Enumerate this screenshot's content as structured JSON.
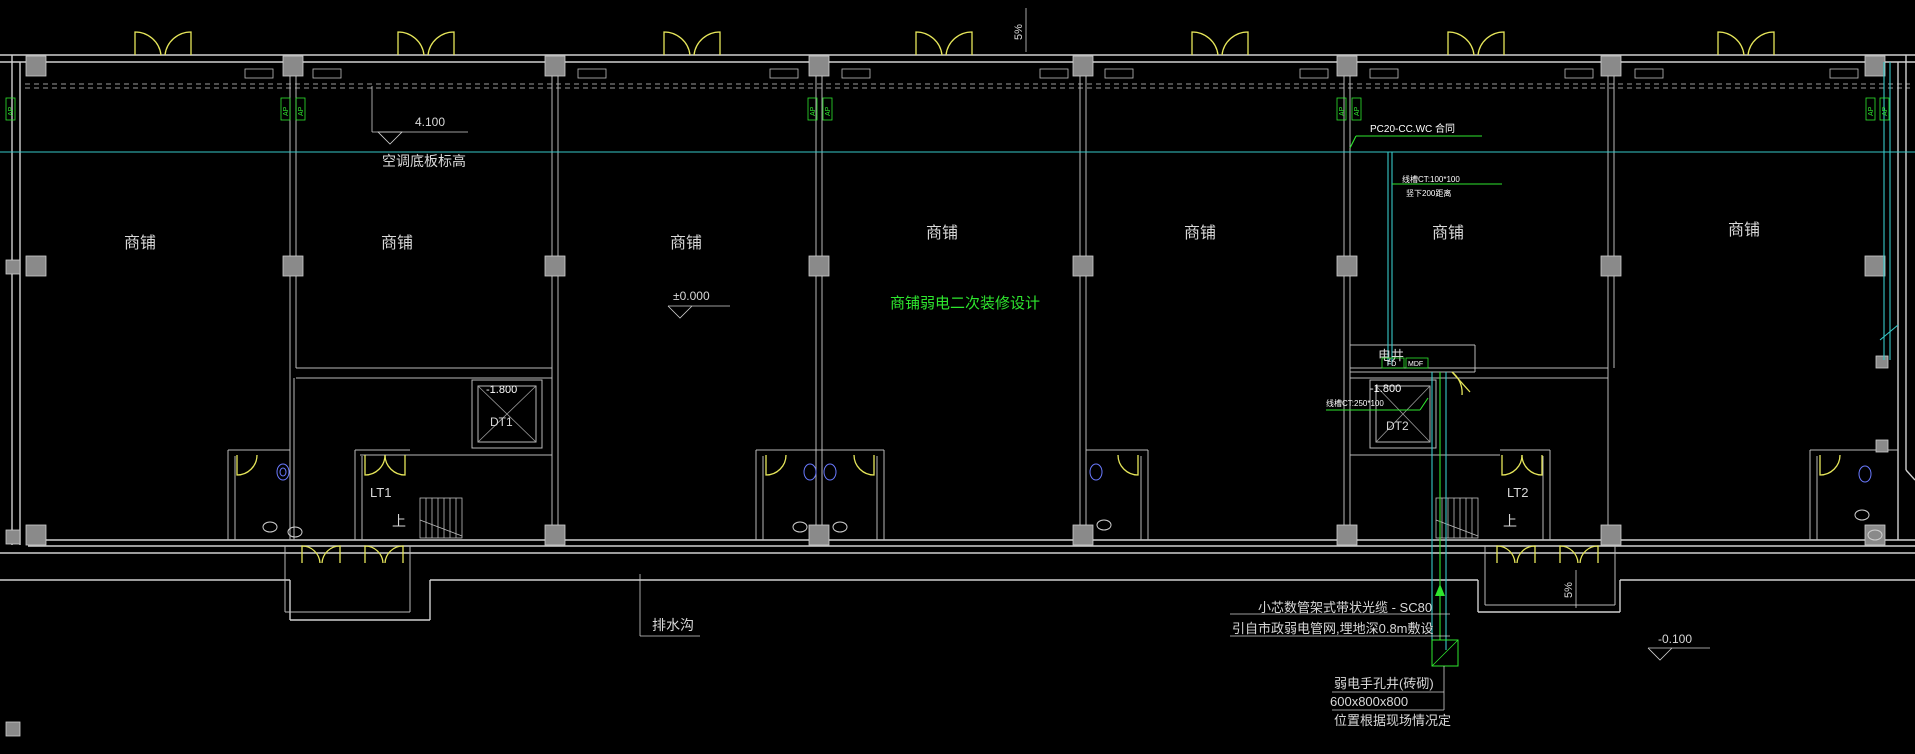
{
  "drawing": {
    "title": "商铺弱电二次装修设计",
    "colors": {
      "background": "#000000",
      "wall": "#cfcfcf",
      "door": "#e6e65a",
      "cable": "#36c8c8",
      "annotation": "#2ee62e"
    },
    "rooms": {
      "shop_label": "商铺",
      "lt1": "LT1",
      "lt2": "LT2",
      "dt1": "DT1",
      "dt2": "DT2",
      "electrical_shaft": "电井",
      "drain": "排水沟",
      "up": "上"
    },
    "levels": {
      "ac_elev": "4.100",
      "ac_label": "空调底板标高",
      "floor": "±0.000",
      "pit1": "-1.800",
      "pit2": "-1.800",
      "outside": "-0.100"
    },
    "slope_marks": {
      "top": "5%",
      "bottom": "5%"
    },
    "ap_label": "AP",
    "cable_notes": {
      "pc20": "PC20-CC.WC 合同",
      "ct_top_1": "线槽CT:100*100",
      "ct_top_2": "竖下200距离",
      "ct_shaft": "线槽CT:250*100",
      "fd": "FD",
      "mdf": "MDF"
    },
    "fiber_note": {
      "line1": "小芯数管架式带状光缆 - SC80",
      "line2": "引自市政弱电管网,埋地深0.8m敷设"
    },
    "handhole_note": {
      "line1": "弱电手孔井(砖砌)",
      "line2": "600x800x800",
      "line3": "位置根据现场情况定"
    }
  }
}
